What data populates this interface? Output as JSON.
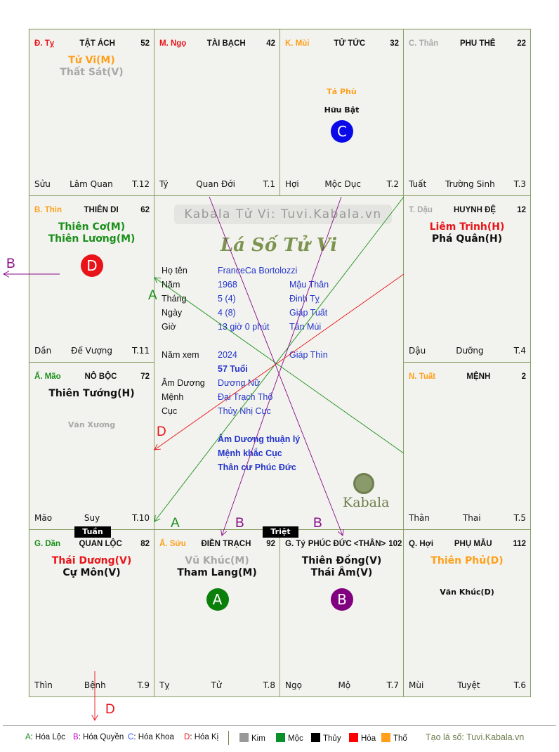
{
  "colors": {
    "orange": "#ff9f1a",
    "gray": "#a8a8a8",
    "green": "#1a8f1a",
    "red": "#e8141a",
    "black": "#111111",
    "purple": "#8a0a8a",
    "blue": "#0a0ae8"
  },
  "cells": [
    {
      "key": "ty_snake",
      "stem": "Đ. Tỵ",
      "stem_color": "#e8141a",
      "name": "TẬT ÁCH",
      "age": "52",
      "main": [
        {
          "t": "Tử Vi(M)",
          "c": "#ff9f1a"
        },
        {
          "t": "Thất Sát(V)",
          "c": "#a8a8a8"
        }
      ],
      "minor": [],
      "mut": null,
      "footer": [
        "Sửu",
        "Lâm Quan",
        "T.12"
      ]
    },
    {
      "key": "ngo_horse",
      "stem": "M. Ngọ",
      "stem_color": "#e8141a",
      "name": "TÀI BẠCH",
      "age": "42",
      "main": [],
      "minor": [],
      "mut": null,
      "footer": [
        "Tý",
        "Quan Đới",
        "T.1"
      ]
    },
    {
      "key": "mui_goat",
      "stem": "K. Mùi",
      "stem_color": "#ff9f1a",
      "name": "TỬ TỨC",
      "age": "32",
      "main": [],
      "minor": [
        {
          "t": "Tả Phù",
          "c": "#ff9f1a"
        },
        {
          "t": "Hữu Bật",
          "c": "#111111"
        }
      ],
      "mut": {
        "letter": "C",
        "color": "#0a0ae8"
      },
      "footer": [
        "Hợi",
        "Mộc Dục",
        "T.2"
      ]
    },
    {
      "key": "than_monkey",
      "stem": "C. Thân",
      "stem_color": "#a8a8a8",
      "name": "PHU THÊ",
      "age": "22",
      "main": [],
      "minor": [],
      "mut": null,
      "footer": [
        "Tuất",
        "Trường Sinh",
        "T.3"
      ]
    },
    {
      "key": "thin_dragon",
      "stem": "B. Thìn",
      "stem_color": "#ff9f1a",
      "name": "THIÊN DI",
      "age": "62",
      "main": [
        {
          "t": "Thiên Cơ(M)",
          "c": "#1a8f1a"
        },
        {
          "t": "Thiên Lương(M)",
          "c": "#1a8f1a"
        }
      ],
      "minor": [],
      "mut": {
        "letter": "D",
        "color": "#e8141a"
      },
      "footer": [
        "Dần",
        "Đế Vượng",
        "T.11"
      ]
    },
    {
      "key": "dau_rooster",
      "stem": "T. Dậu",
      "stem_color": "#a8a8a8",
      "name": "HUYNH ĐỆ",
      "age": "12",
      "main": [
        {
          "t": "Liêm Trinh(H)",
          "c": "#e8141a"
        },
        {
          "t": "Phá Quân(H)",
          "c": "#111111"
        }
      ],
      "minor": [],
      "mut": null,
      "footer": [
        "Dậu",
        "Dưỡng",
        "T.4"
      ]
    },
    {
      "key": "mao_rabbit",
      "stem": "Ấ. Mão",
      "stem_color": "#1a8f1a",
      "name": "NÔ BỘC",
      "age": "72",
      "main": [
        {
          "t": "Thiên Tướng(H)",
          "c": "#111111"
        }
      ],
      "minor": [
        {
          "t": "Văn Xương",
          "c": "#a8a8a8"
        }
      ],
      "mut": null,
      "footer": [
        "Mão",
        "Suy",
        "T.10"
      ]
    },
    {
      "key": "tuat_dog",
      "stem": "N. Tuất",
      "stem_color": "#ff9f1a",
      "name": "MỆNH",
      "age": "2",
      "main": [],
      "minor": [],
      "mut": null,
      "footer": [
        "Thân",
        "Thai",
        "T.5"
      ]
    },
    {
      "key": "dan_tiger",
      "stem": "G. Dần",
      "stem_color": "#1a8f1a",
      "name": "QUAN LỘC",
      "age": "82",
      "main": [
        {
          "t": "Thái Dương(V)",
          "c": "#e8141a"
        },
        {
          "t": "Cự Môn(V)",
          "c": "#111111"
        }
      ],
      "minor": [],
      "mut": null,
      "footer": [
        "Thìn",
        "Bệnh",
        "T.9"
      ]
    },
    {
      "key": "suu_ox",
      "stem": "Ấ. Sửu",
      "stem_color": "#ff9f1a",
      "name": "ĐIỀN TRẠCH",
      "age": "92",
      "main": [
        {
          "t": "Vũ Khúc(M)",
          "c": "#a8a8a8"
        },
        {
          "t": "Tham Lang(M)",
          "c": "#111111"
        }
      ],
      "minor": [],
      "mut": {
        "letter": "A",
        "color": "#0a7f0a"
      },
      "footer": [
        "Tỵ",
        "Tử",
        "T.8"
      ]
    },
    {
      "key": "ty_rat",
      "stem": "G. Tý",
      "stem_color": "#111111",
      "name": "PHÚC ĐỨC <THÂN>",
      "age": "102",
      "main": [
        {
          "t": "Thiên Đồng(V)",
          "c": "#111111"
        },
        {
          "t": "Thái Âm(V)",
          "c": "#111111"
        }
      ],
      "minor": [],
      "mut": {
        "letter": "B",
        "color": "#800080"
      },
      "footer": [
        "Ngọ",
        "Mộ",
        "T.7"
      ]
    },
    {
      "key": "hoi_pig",
      "stem": "Q. Hợi",
      "stem_color": "#111111",
      "name": "PHỤ MẪU",
      "age": "112",
      "main": [
        {
          "t": "Thiên Phủ(D)",
          "c": "#ff9f1a"
        }
      ],
      "minor": [
        {
          "t": "Văn Khúc(D)",
          "c": "#111111"
        }
      ],
      "mut": null,
      "footer": [
        "Mùi",
        "Tuyệt",
        "T.6"
      ]
    }
  ],
  "badges": {
    "tuan": "Tuần",
    "triet": "Triệt"
  },
  "center": {
    "watermark": "Kabala Tử Vi: Tuvi.Kabala.vn",
    "title": "Lá Số Tử Vi",
    "rows": [
      {
        "label": "Họ tên",
        "value": "FranceCa Bortolozzi",
        "extra": ""
      },
      {
        "label": "Năm",
        "value": "1968",
        "extra": "Mậu Thân"
      },
      {
        "label": "Tháng",
        "value": "5  (4)",
        "extra": "Đinh Tỵ"
      },
      {
        "label": "Ngày",
        "value": "4  (8)",
        "extra": "Giáp Tuất"
      },
      {
        "label": "Giờ",
        "value": "13 giờ 0 phút",
        "extra": "Tân Mùi"
      }
    ],
    "nam_xem": {
      "label": "Năm xem",
      "value": "2024",
      "extra": "Giáp Thìn"
    },
    "tuoi": "57 Tuổi",
    "rows2": [
      {
        "label": "Âm Dương",
        "value": "Dương Nữ"
      },
      {
        "label": "Mệnh",
        "value": "Đại Trạch Thổ"
      },
      {
        "label": "Cục",
        "value": "Thủy Nhị Cục"
      }
    ],
    "notes": [
      "Âm Dương thuận lý",
      "Mệnh khắc Cục",
      "Thân cư Phúc Đức"
    ],
    "logo_text": "Kabala"
  },
  "arrows": {
    "a": "A",
    "b": "B",
    "d": "D"
  },
  "legend": {
    "mutagens": [
      {
        "k": "A",
        "t": ": Hóa Lộc",
        "c": "#1a8f1a"
      },
      {
        "k": "B",
        "t": ": Hóa Quyền",
        "c": "#cc00cc"
      },
      {
        "k": "C",
        "t": ": Hóa Khoa",
        "c": "#3355ff"
      },
      {
        "k": "D",
        "t": ": Hóa Kị",
        "c": "#e8141a"
      }
    ],
    "elements": [
      {
        "t": "Kim",
        "c": "#999999"
      },
      {
        "t": "Mộc",
        "c": "#0a8f2a"
      },
      {
        "t": "Thủy",
        "c": "#000000"
      },
      {
        "t": "Hỏa",
        "c": "#ff0000"
      },
      {
        "t": "Thổ",
        "c": "#ff9f1a"
      }
    ],
    "credit": "Tạo lá số: Tuvi.Kabala.vn"
  }
}
